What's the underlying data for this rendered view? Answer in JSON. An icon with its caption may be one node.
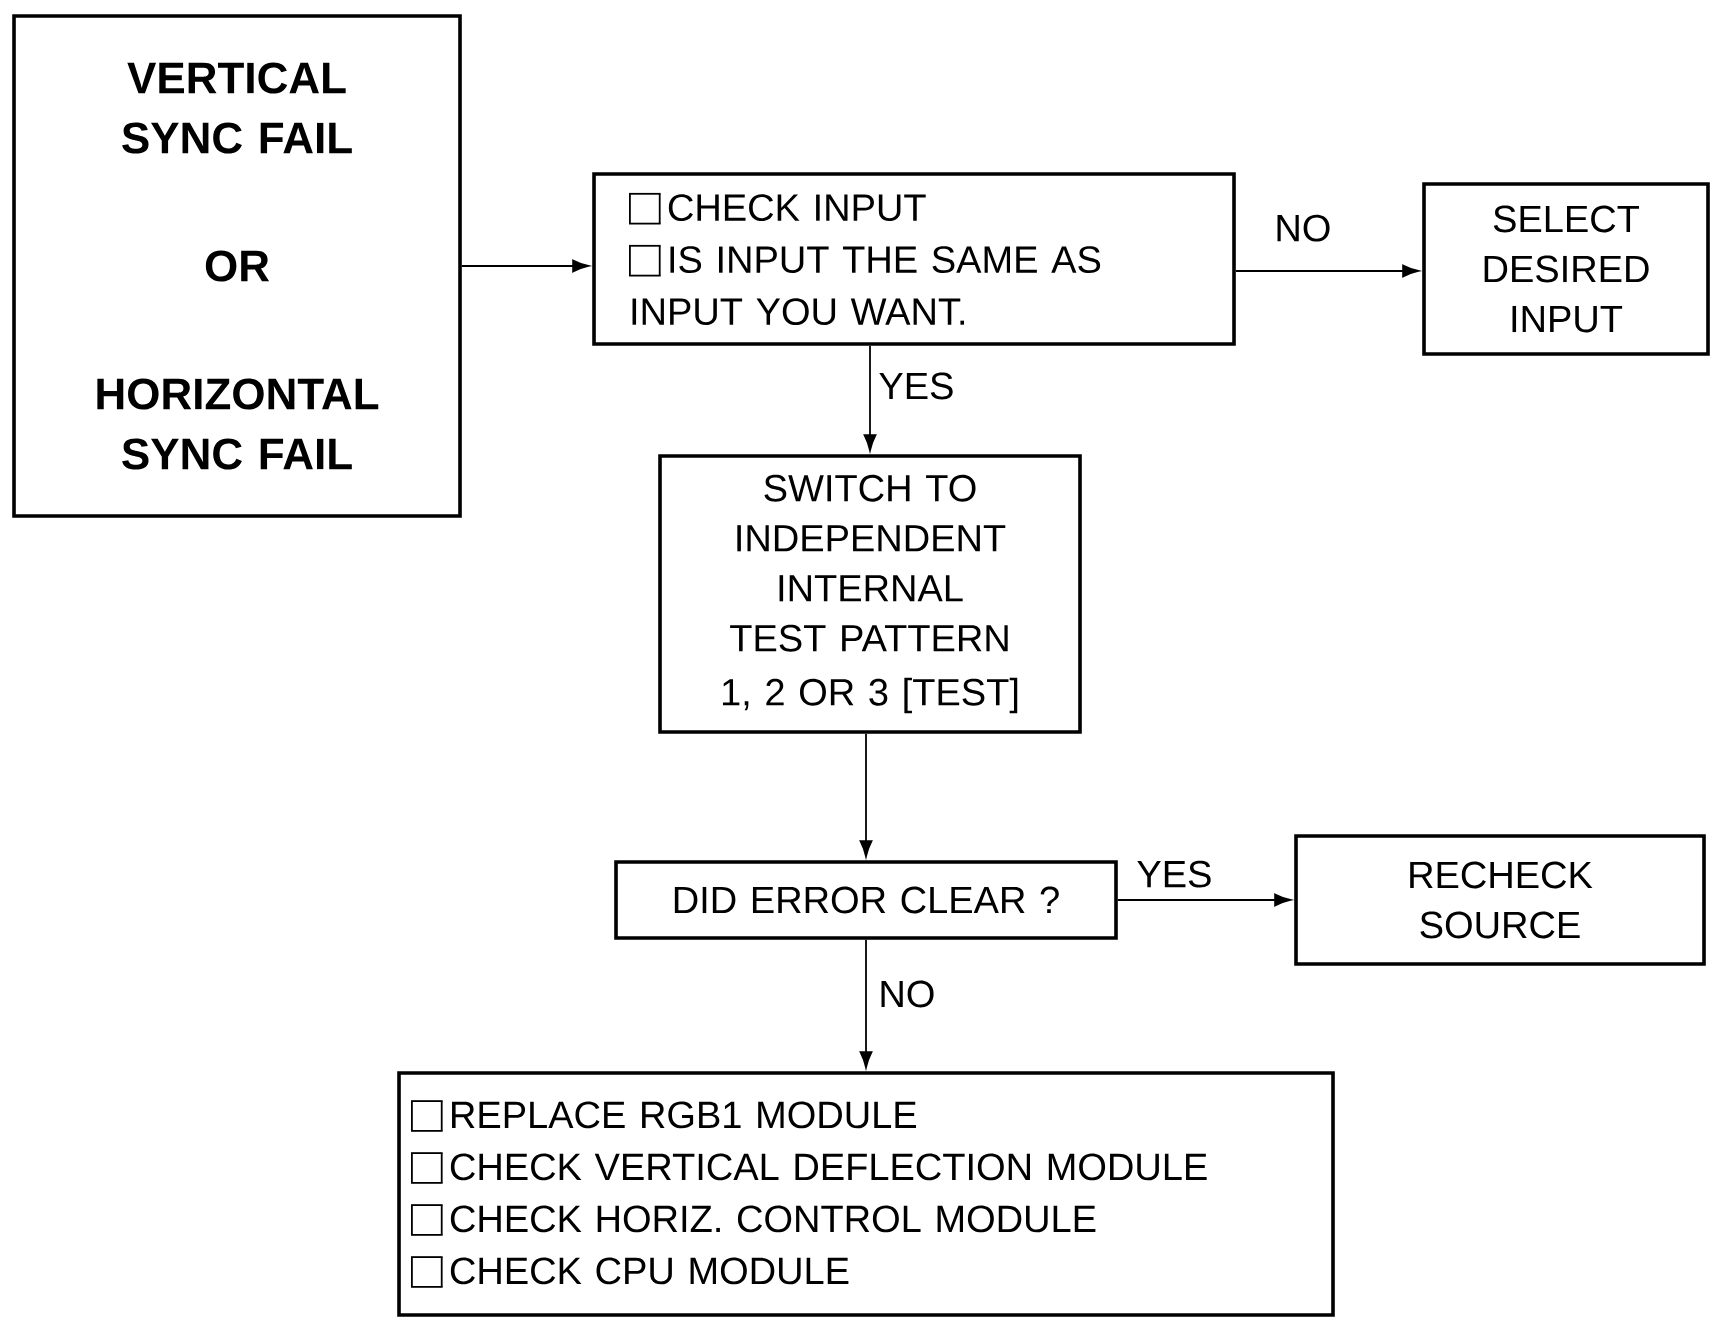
{
  "diagram": {
    "nodes": [
      {
        "text": [
          "VERTICAL SYNC FAIL",
          "OR",
          "HORIZONTAL SYNC FAIL"
        ]
      },
      {
        "text": [
          "CHECK INPUT",
          "IS INPUT THE SAME AS INPUT YOU WANT."
        ]
      },
      {
        "text": [
          "SELECT DESIRED INPUT"
        ]
      },
      {
        "text": [
          "SWITCH TO INDEPENDENT INTERNAL TEST PATTERN",
          "1, 2 OR 3 [TEST]"
        ]
      },
      {
        "text": [
          "DID ERROR CLEAR ?"
        ]
      },
      {
        "text": [
          "RECHECK SOURCE"
        ]
      },
      {
        "text": [
          "REPLACE RGB1 MODULE",
          "CHECK VERTICAL DEFLECTION MODULE",
          "CHECK HORIZ. CONTROL MODULE",
          "CHECK CPU MODULE"
        ]
      }
    ],
    "edges": [
      {
        "from": 0,
        "to": 1,
        "arrow": "to"
      },
      {
        "from": 1,
        "to": 2,
        "arrow": "to",
        "label": "NO"
      },
      {
        "from": 1,
        "to": 3,
        "arrow": "to",
        "label": "YES"
      },
      {
        "from": 3,
        "to": 4,
        "arrow": "to"
      },
      {
        "from": 4,
        "to": 5,
        "arrow": "to",
        "label": "YES"
      },
      {
        "from": 4,
        "to": 6,
        "arrow": "to",
        "label": "NO"
      }
    ]
  }
}
